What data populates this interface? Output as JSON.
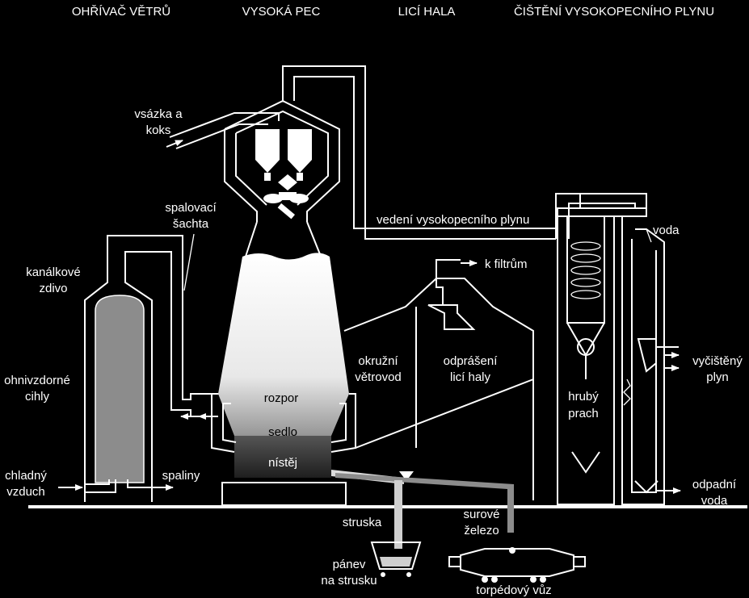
{
  "sections": {
    "stove": "OHŘÍVAČ VĚTRŮ",
    "furnace": "VYSOKÁ PEC",
    "casthouse": "LICÍ HALA",
    "gas_cleaning": "ČIŠTĚNÍ VYSOKOPECNÍHO PLYNU"
  },
  "labels": {
    "charge_line1": "vsázka a",
    "charge_line2": "koks",
    "combustion_line1": "spalovací",
    "combustion_line2": "šachta",
    "checker_line1": "kanálkové",
    "checker_line2": "zdivo",
    "firebrick_line1": "ohnivzdorné",
    "firebrick_line2": "cihly",
    "cold_air_line1": "chladný",
    "cold_air_line2": "vzduch",
    "flue_gas": "spaliny",
    "bustle_line1": "okružní",
    "bustle_line2": "větrovod",
    "bosh": "rozpor",
    "belly": "sedlo",
    "hearth": "nístěj",
    "dedusting_line1": "odprášení",
    "dedusting_line2": "licí haly",
    "to_filters": "k filtrům",
    "gas_main": "vedení vysokopecního plynu",
    "water": "voda",
    "clean_gas_line1": "vyčištěný",
    "clean_gas_line2": "plyn",
    "coarse_dust_line1": "hrubý",
    "coarse_dust_line2": "prach",
    "waste_water_line1": "odpadní",
    "waste_water_line2": "voda",
    "slag": "struska",
    "slag_ladle_line1": "pánev",
    "slag_ladle_line2": "na strusku",
    "hot_metal_line1": "surové",
    "hot_metal_line2": "železo",
    "torpedo_car": "torpédový vůz"
  }
}
